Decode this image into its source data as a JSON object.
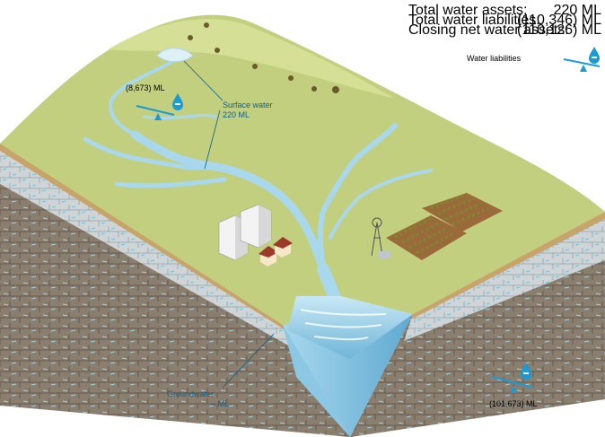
{
  "summary": {
    "rows": [
      {
        "label": "Total water assets:",
        "value": "220 ML"
      },
      {
        "label": "Total water liabilities:",
        "value": "(110,346) ML"
      },
      {
        "label": "Closing net water assets:",
        "value": "(110,126) ML"
      }
    ]
  },
  "legend": {
    "water_liabilities": "Water liabilities"
  },
  "callouts": {
    "surface_liability": "(8,673) ML",
    "surface_water_name": "Surface water",
    "surface_water_value": "220 ML",
    "groundwater_name": "Groundwater",
    "groundwater_value": "– ML",
    "groundwater_liability": "(101,673) ML"
  },
  "colors": {
    "land": "#c2cf7e",
    "land_light": "#d9e29c",
    "water": "#9cd0e8",
    "water_dark": "#6fb5d8",
    "accent": "#1a9ad6",
    "label": "#0c5f8a",
    "rock_light": "#bfc6c8",
    "rock_mid": "#8d8272",
    "rock_dark": "#5e5046",
    "soil": "#c9a46a",
    "field": "#9b6a3a",
    "crop": "#7a8a2e"
  }
}
